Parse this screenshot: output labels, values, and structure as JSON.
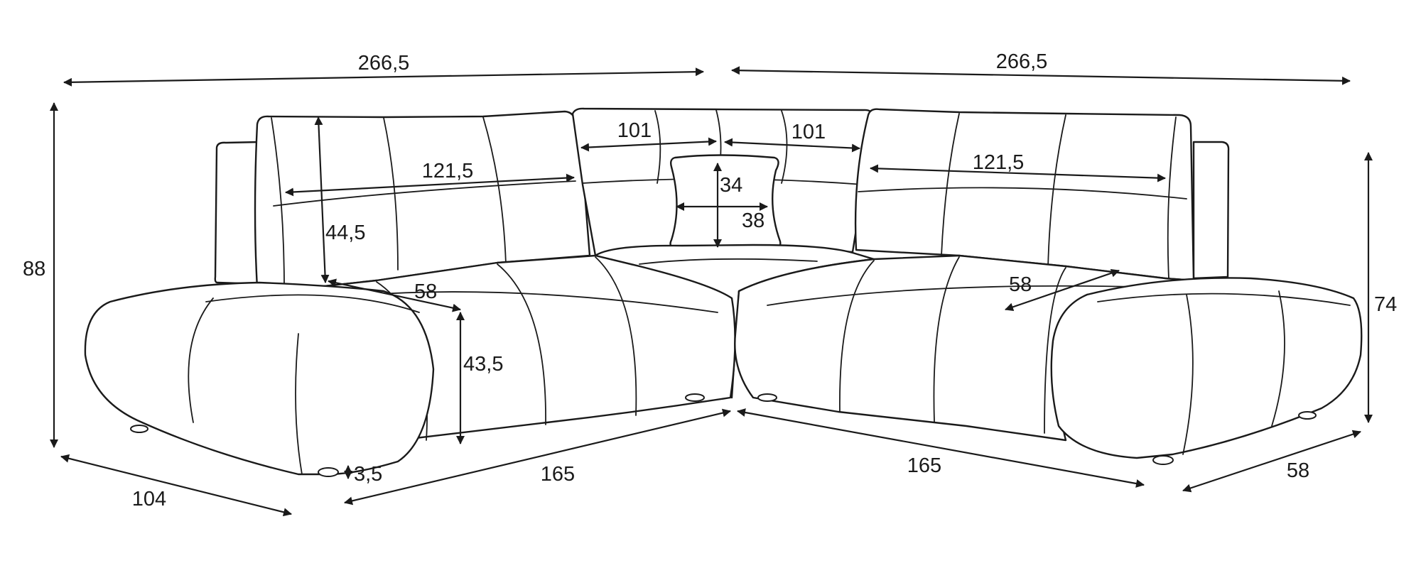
{
  "dimensions": {
    "top_width_left": "266,5",
    "top_width_right": "266,5",
    "total_height": "88",
    "right_height": "74",
    "back_width_left": "121,5",
    "back_width_right": "121,5",
    "corner_back_left": "101",
    "corner_back_right": "101",
    "back_height": "44,5",
    "pillow_height": "34",
    "pillow_width": "38",
    "seat_depth_left": "58",
    "seat_depth_right": "58",
    "seat_height": "43,5",
    "leg_height": "3,5",
    "base_length_left": "165",
    "base_length_right": "165",
    "left_depth": "104",
    "right_depth": "58"
  },
  "colors": {
    "line": "#1a1a1a",
    "background": "#ffffff"
  }
}
